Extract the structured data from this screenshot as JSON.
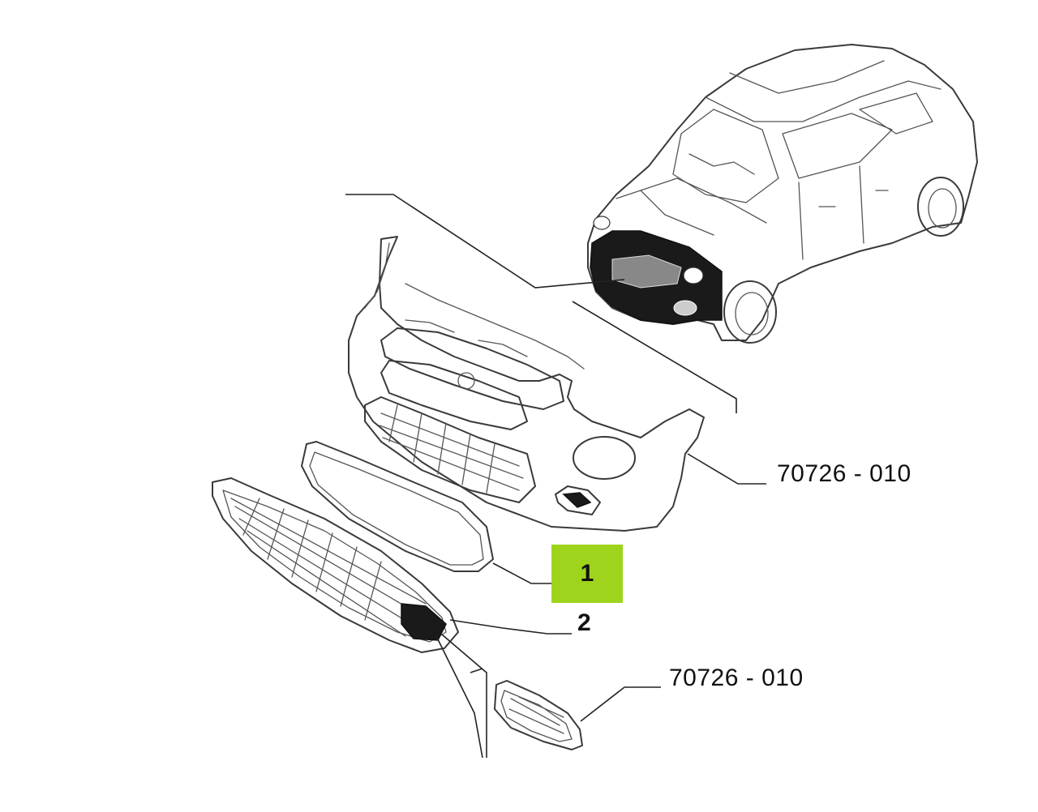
{
  "callouts": {
    "item_1": "1",
    "item_2": "2"
  },
  "part_numbers": {
    "bumper": "70726 - 010",
    "fog_light_bezel": "70726 - 010"
  },
  "colors": {
    "highlight": "#9ed41b",
    "line": "#3a3a3a",
    "background": "#ffffff"
  }
}
